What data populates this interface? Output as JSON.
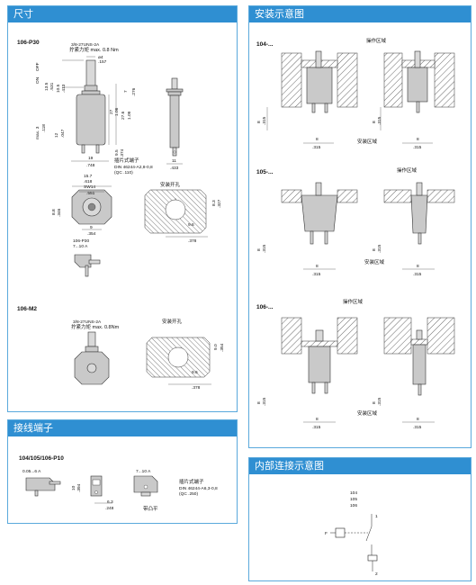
{
  "panels": {
    "dimensions": {
      "title": "尺寸",
      "model_p30": "106-P30",
      "model_m2": "106-M2",
      "thread_p30": "3/8-27UNS-2A",
      "torque_p30": "拧紧力矩 max. 0.8 Nm",
      "thread_m2": "3/8-27UNS-2A",
      "torque_m2": "拧紧力矩 max. 0.8Nm",
      "tab_terminal": "插片式端子",
      "tab_din": "DIN 46244-A2,8-0,8",
      "tab_qc": "(QC .110)",
      "mount_hole_1": "安装开孔",
      "mount_hole_2": "安装开孔",
      "off_label": "OFF",
      "on_label": "ON",
      "sw_label": "SW14",
      "rating_label": "106-P30",
      "rating_range": "7...10 A",
      "dims": {
        "d4": "ø4",
        "d157": ".157",
        "d7": "7",
        "d276": ".276",
        "d135": "13.5",
        "d531": ".531",
        "d105": "10.5",
        "d413": ".413",
        "d7b": "7",
        "d276b": ".276",
        "d27": "27",
        "d106": "1.06",
        "d27c": "27.6",
        "d109": "1.09",
        "dmax3": "max. 3",
        "d118": ".118",
        "d12": "12",
        "d047": ".047",
        "d95": "9.5",
        "d374": ".374",
        "d19": "19",
        "d748": ".748",
        "d11": "11",
        "d433": ".433",
        "d157b": "15.7",
        "d618": ".618",
        "d14": "14",
        "d551": ".551",
        "d88": "8.8",
        "d346": ".346",
        "d9": "9",
        "d354": ".354",
        "d9b": "9.6",
        "d378": ".378",
        "d83": "8.3",
        "d327": ".327",
        "d96m": "9.6",
        "d378m": ".378",
        "d90m": "9.0",
        "d354m": ".354"
      }
    },
    "install": {
      "title": "安装示意图",
      "model_104": "104-...",
      "model_105": "105-...",
      "model_106": "106-...",
      "op_area_1": "操作区域",
      "op_area_2": "操作区域",
      "op_area_3": "操作区域",
      "mount_area_1": "安装区域",
      "mount_area_2": "安装区域",
      "mount_area_3": "安装区域",
      "dim8": "8",
      "dim315": ".315"
    },
    "terminals": {
      "title": "接线端子",
      "models": "104/105/106-P10",
      "range_a": "0.05...6 A",
      "range_b": "7...10 A",
      "tab_terminal": "插片式端子",
      "tab_din": "DIN 46244-A6,3-0,8",
      "tab_qc": "(QC .250)",
      "nut_label": "带凸平",
      "d10": "10",
      "d394": ".394",
      "d63": "6.3",
      "d248": ".248"
    },
    "internal": {
      "title": "内部连接示意图",
      "models": [
        "104",
        "105",
        "106"
      ],
      "pin1": "1",
      "pin2": "2",
      "pinF": "F"
    }
  }
}
